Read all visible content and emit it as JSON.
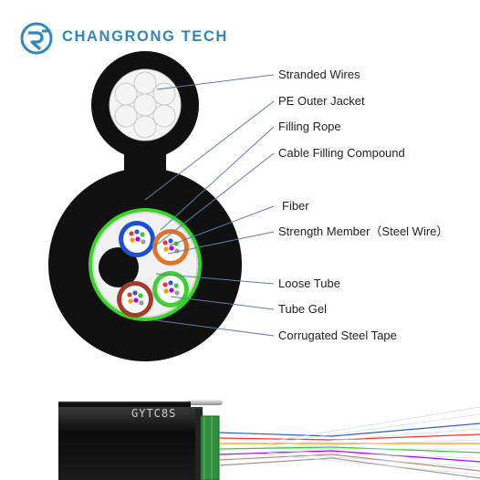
{
  "brand": {
    "name": "CHANGRONG TECH",
    "color": "#2f86c0"
  },
  "labels": [
    {
      "key": "stranded_wires",
      "text": "Stranded Wires"
    },
    {
      "key": "pe_outer_jacket",
      "text": "PE Outer Jacket"
    },
    {
      "key": "filling_rope",
      "text": "Filling Rope"
    },
    {
      "key": "cable_filling_compound",
      "text": "Cable Filling Compound"
    },
    {
      "key": "fiber",
      "text": "Fiber"
    },
    {
      "key": "strength_member",
      "text": "Strength Member（Steel Wire）"
    },
    {
      "key": "loose_tube",
      "text": "Loose Tube"
    },
    {
      "key": "tube_gel",
      "text": "Tube Gel"
    },
    {
      "key": "corrugated_steel_tape",
      "text": "Corrugated  Steel Tape"
    }
  ],
  "cable_print": "GYTC8S",
  "colors": {
    "jacket": "#111111",
    "tape": "#39d42a",
    "tube_blue": "#1d4fd6",
    "tube_orange": "#e0742a",
    "tube_green": "#3fcf2e",
    "tube_brown": "#a33a2c",
    "leader": "#5b7fa8"
  }
}
